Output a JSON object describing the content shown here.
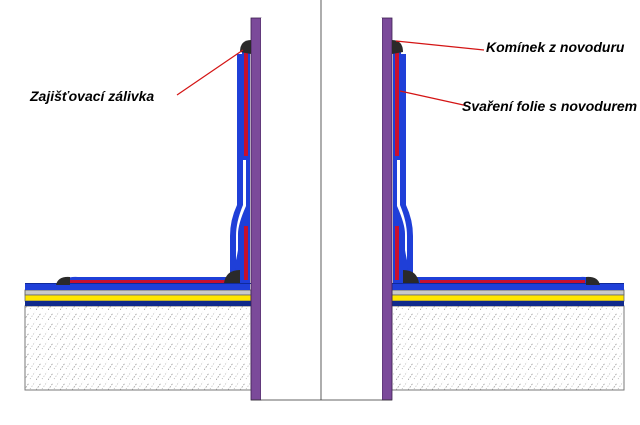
{
  "labels": {
    "chimney": "Komínek z novoduru",
    "welding": "Svaření folie s novodurem",
    "sealant": "Zajišťovací zálivka"
  },
  "colors": {
    "membrane_blue": "#1f3fd8",
    "membrane_blue_dark": "#14289a",
    "foil_red": "#c8102e",
    "pipe_purple": "#7b4a9a",
    "sealant_dark": "#2a2a2a",
    "layer_yellow": "#ffe600",
    "layer_gray": "#c9c9c9",
    "layer_navy": "#102a8c",
    "leader_red": "#d41414",
    "hatch": "#8f8f8f"
  }
}
